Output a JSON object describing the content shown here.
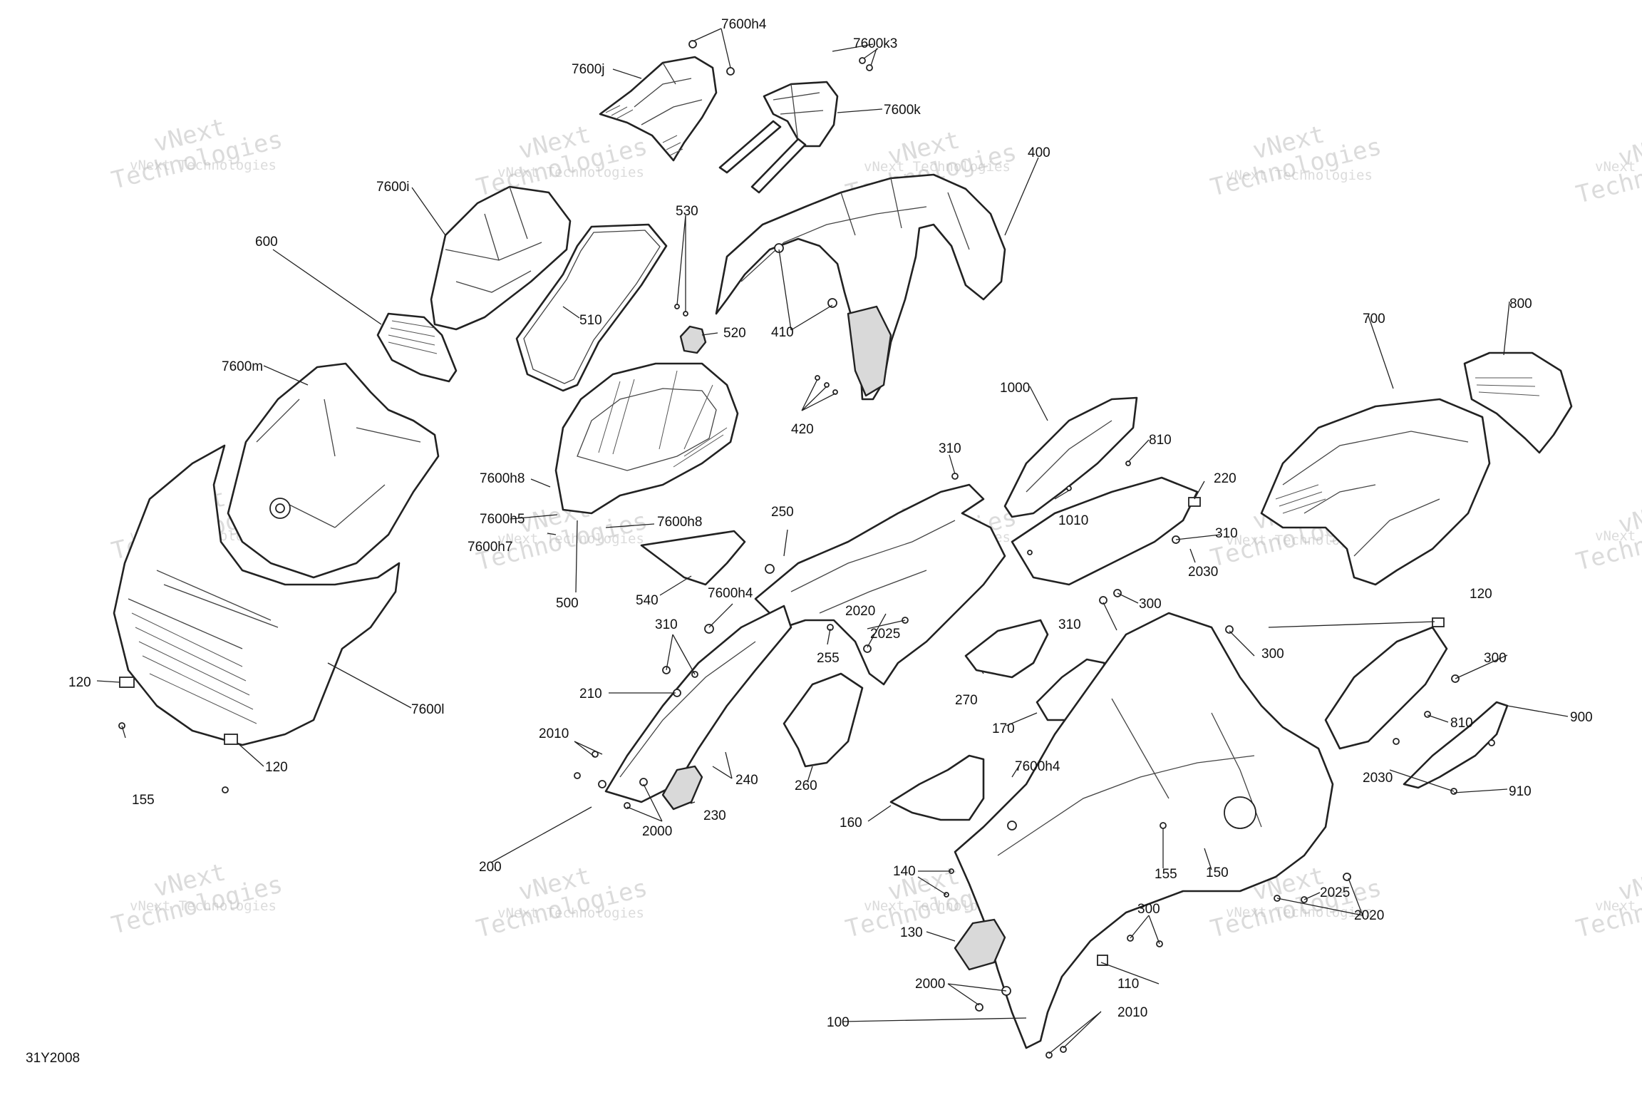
{
  "diagram": {
    "reference_code": "31Y2008",
    "watermark": {
      "line1": "vNext Technologies",
      "line2": "vNext",
      "line3": "Technologies"
    },
    "callouts": [
      {
        "id": "c1",
        "text": "7600h4"
      },
      {
        "id": "c2",
        "text": "7600k3"
      },
      {
        "id": "c3",
        "text": "7600j"
      },
      {
        "id": "c4",
        "text": "7600k"
      },
      {
        "id": "c5",
        "text": "400"
      },
      {
        "id": "c6",
        "text": "7600i"
      },
      {
        "id": "c7",
        "text": "530"
      },
      {
        "id": "c8",
        "text": "600"
      },
      {
        "id": "c9",
        "text": "510"
      },
      {
        "id": "c10",
        "text": "520"
      },
      {
        "id": "c11",
        "text": "410"
      },
      {
        "id": "c12",
        "text": "7600m"
      },
      {
        "id": "c13",
        "text": "420"
      },
      {
        "id": "c14",
        "text": "700"
      },
      {
        "id": "c15",
        "text": "800"
      },
      {
        "id": "c16",
        "text": "1000"
      },
      {
        "id": "c17",
        "text": "810"
      },
      {
        "id": "c18",
        "text": "310"
      },
      {
        "id": "c19",
        "text": "7600h8"
      },
      {
        "id": "c20",
        "text": "220"
      },
      {
        "id": "c21",
        "text": "7600h5"
      },
      {
        "id": "c22",
        "text": "7600h8"
      },
      {
        "id": "c23",
        "text": "1010"
      },
      {
        "id": "c24",
        "text": "7600h7"
      },
      {
        "id": "c25",
        "text": "250"
      },
      {
        "id": "c26",
        "text": "310"
      },
      {
        "id": "c27",
        "text": "2030"
      },
      {
        "id": "c28",
        "text": "500"
      },
      {
        "id": "c29",
        "text": "540"
      },
      {
        "id": "c30",
        "text": "7600h4"
      },
      {
        "id": "c31",
        "text": "300"
      },
      {
        "id": "c32",
        "text": "310"
      },
      {
        "id": "c33",
        "text": "2020"
      },
      {
        "id": "c34",
        "text": "2025"
      },
      {
        "id": "c35",
        "text": "310"
      },
      {
        "id": "c36",
        "text": "120"
      },
      {
        "id": "c37",
        "text": "255"
      },
      {
        "id": "c38",
        "text": "300"
      },
      {
        "id": "c39",
        "text": "300"
      },
      {
        "id": "c40",
        "text": "120"
      },
      {
        "id": "c41",
        "text": "210"
      },
      {
        "id": "c42",
        "text": "270"
      },
      {
        "id": "c43",
        "text": "7600l"
      },
      {
        "id": "c44",
        "text": "900"
      },
      {
        "id": "c45",
        "text": "810"
      },
      {
        "id": "c46",
        "text": "170"
      },
      {
        "id": "c47",
        "text": "2010"
      },
      {
        "id": "c48",
        "text": "155"
      },
      {
        "id": "c49",
        "text": "120"
      },
      {
        "id": "c50",
        "text": "240"
      },
      {
        "id": "c51",
        "text": "260"
      },
      {
        "id": "c52",
        "text": "7600h4"
      },
      {
        "id": "c53",
        "text": "2030"
      },
      {
        "id": "c54",
        "text": "910"
      },
      {
        "id": "c55",
        "text": "230"
      },
      {
        "id": "c56",
        "text": "2000"
      },
      {
        "id": "c57",
        "text": "160"
      },
      {
        "id": "c58",
        "text": "200"
      },
      {
        "id": "c59",
        "text": "155"
      },
      {
        "id": "c60",
        "text": "150"
      },
      {
        "id": "c61",
        "text": "140"
      },
      {
        "id": "c62",
        "text": "2025"
      },
      {
        "id": "c63",
        "text": "300"
      },
      {
        "id": "c64",
        "text": "2020"
      },
      {
        "id": "c65",
        "text": "130"
      },
      {
        "id": "c66",
        "text": "110"
      },
      {
        "id": "c67",
        "text": "2000"
      },
      {
        "id": "c68",
        "text": "2010"
      },
      {
        "id": "c69",
        "text": "100"
      }
    ]
  }
}
